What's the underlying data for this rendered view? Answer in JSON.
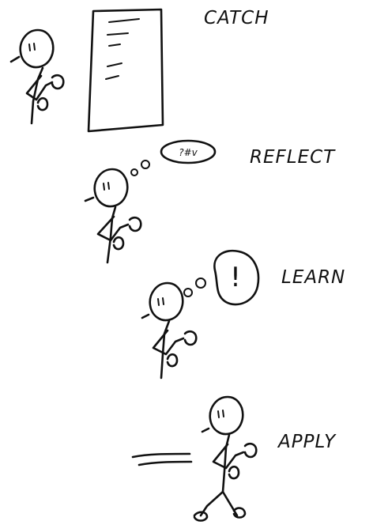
{
  "steps": [
    {
      "label": "CATCH"
    },
    {
      "label": "REFLECT",
      "thought": "?#v"
    },
    {
      "label": "LEARN",
      "thought": "!"
    },
    {
      "label": "APPLY"
    }
  ]
}
